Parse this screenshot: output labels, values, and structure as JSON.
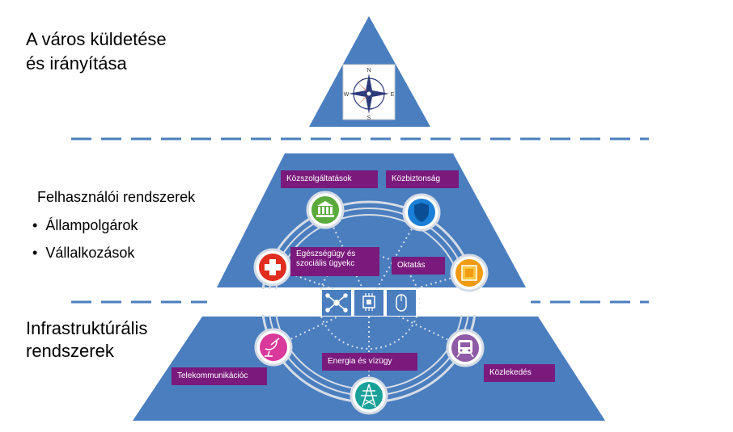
{
  "levels": {
    "mission_line1": "A város küldetése",
    "mission_line2": "és irányítása",
    "user_title": "Felhasználói rendszerek",
    "user_items": [
      "Állampolgárok",
      "Vállalkozások"
    ],
    "infra_line1": "Infrastruktúrális",
    "infra_line2": "rendszerek"
  },
  "compass": {
    "n": "N",
    "e": "E",
    "s": "S",
    "w": "W"
  },
  "labels": {
    "public_services": "Közszolgáltatások",
    "public_safety": "Közbiztonság",
    "health_line1": "Egészségügy és",
    "health_line2": "szociális ügyekc",
    "education": "Oktatás",
    "telecom": "Telekommunikációc",
    "energy": "Energia és vízügy",
    "transport": "Közlekedés"
  },
  "colors": {
    "pyramid": "#4a7ebf",
    "dash": "#4a7ebf",
    "tag": "#7a1a7c",
    "green": "#5aaa3c",
    "blue": "#1a7fd6",
    "red": "#e02d1e",
    "orange": "#f29a12",
    "pink": "#d9399b",
    "teal": "#1aa29a",
    "purple": "#8f5aa6"
  }
}
